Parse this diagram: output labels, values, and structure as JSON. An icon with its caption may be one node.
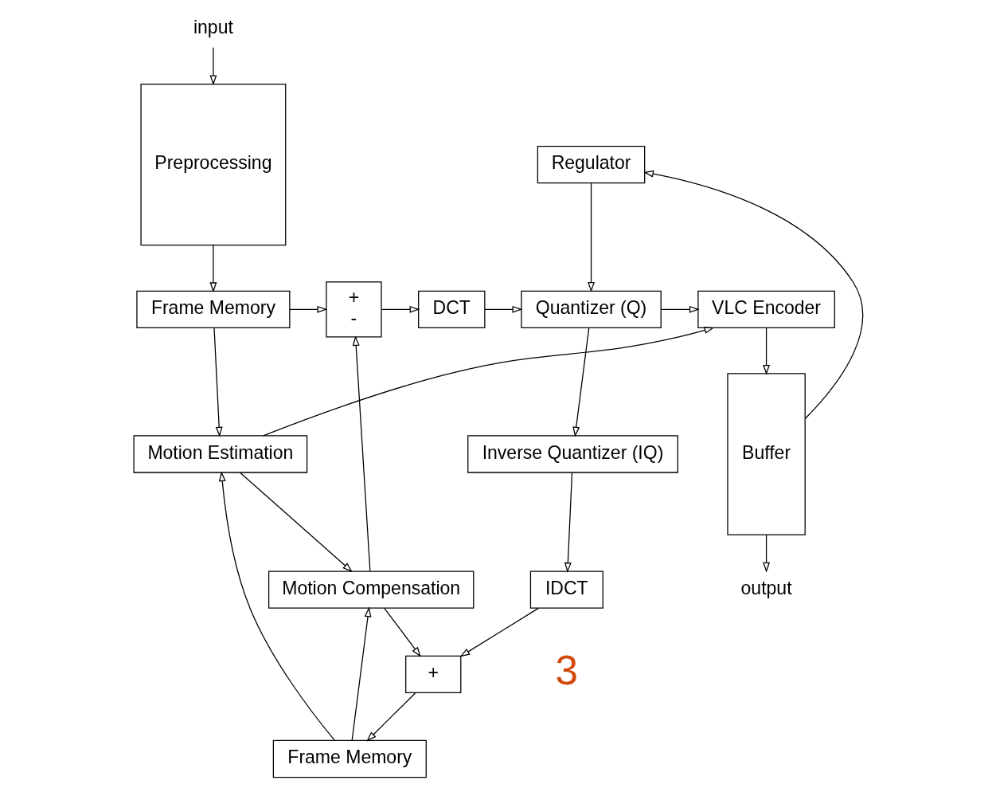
{
  "diagram": {
    "nodes": [
      {
        "text": [
          "Regulator"
        ]
      },
      {
        "text": [
          "Frame Memory"
        ]
      },
      {
        "text": [
          "+",
          "-"
        ]
      },
      {
        "text": [
          "DCT"
        ]
      },
      {
        "text": [
          "Quantizer (Q)"
        ]
      },
      {
        "text": [
          "VLC Encoder"
        ]
      },
      {
        "text": [
          "Preprocessing"
        ]
      },
      {
        "text": [
          "Inverse Quantizer (IQ)"
        ]
      },
      {
        "text": [
          "Buffer"
        ]
      },
      {
        "text": [
          "IDCT"
        ]
      },
      {
        "text": [
          "+"
        ]
      },
      {
        "text": [
          "Motion Compensation"
        ]
      },
      {
        "text": [
          "Frame Memory"
        ]
      },
      {
        "text": [
          "Motion Estimation"
        ]
      },
      {
        "text": [
          "input"
        ]
      },
      {
        "text": [
          "output"
        ]
      }
    ],
    "edges": [
      {
        "from": 8,
        "to": 0,
        "arrow": "to"
      },
      {
        "from": 0,
        "to": 4,
        "arrow": "to"
      },
      {
        "from": 1,
        "to": 2,
        "arrow": "to"
      },
      {
        "from": 1,
        "to": 13,
        "arrow": "to"
      },
      {
        "from": 2,
        "to": 3,
        "arrow": "to"
      },
      {
        "from": 3,
        "to": 4,
        "arrow": "to"
      },
      {
        "from": 4,
        "to": 5,
        "arrow": "to"
      },
      {
        "from": 4,
        "to": 7,
        "arrow": "to"
      },
      {
        "from": 7,
        "to": 9,
        "arrow": "to"
      },
      {
        "from": 9,
        "to": 10,
        "arrow": "to"
      },
      {
        "from": 10,
        "to": 12,
        "arrow": "to"
      },
      {
        "from": 11,
        "to": 2,
        "arrow": "to"
      },
      {
        "from": 11,
        "to": 10,
        "arrow": "to"
      },
      {
        "from": 12,
        "to": 11,
        "arrow": "to"
      },
      {
        "from": 12,
        "to": 13,
        "arrow": "to"
      },
      {
        "from": 13,
        "to": 11,
        "arrow": "to"
      },
      {
        "from": 13,
        "to": 5,
        "arrow": "to"
      },
      {
        "from": 5,
        "to": 8,
        "arrow": "to"
      },
      {
        "from": 8,
        "to": 15,
        "arrow": "to"
      },
      {
        "from": 14,
        "to": 6,
        "arrow": "to"
      },
      {
        "from": 6,
        "to": 1,
        "arrow": "to"
      }
    ],
    "labels": [
      "3"
    ]
  }
}
